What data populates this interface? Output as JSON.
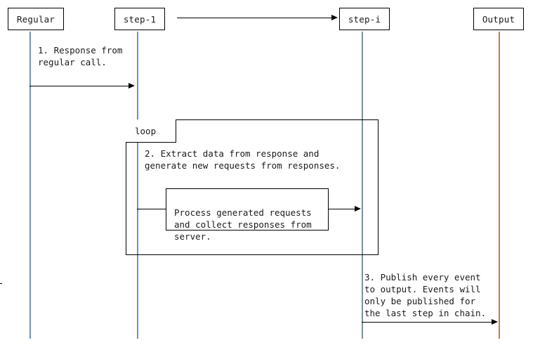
{
  "diagram": {
    "type": "sequence-diagram",
    "title": "",
    "participants": [
      {
        "id": "regular",
        "label": "Regular"
      },
      {
        "id": "step-1",
        "label": "step-1"
      },
      {
        "id": "step-i",
        "label": "step-i"
      },
      {
        "id": "output",
        "label": "Output"
      }
    ],
    "fragments": [
      {
        "id": "loop-fragment",
        "label": "loop"
      }
    ],
    "messages": [
      {
        "id": "msg-chain",
        "from": "step-1",
        "to": "step-i",
        "label": ""
      },
      {
        "id": "msg-1",
        "from": "regular",
        "to": "step-1",
        "label": "1. Response from\nregular call."
      },
      {
        "id": "msg-2",
        "from": "step-1",
        "to": "step-1",
        "label": "2. Extract data from response and\ngenerate new requests from responses."
      },
      {
        "id": "msg-process",
        "from": "step-1",
        "to": "step-i",
        "label": "Process generated requests\nand collect responses from\nserver."
      },
      {
        "id": "msg-3",
        "from": "step-i",
        "to": "output",
        "label": "3. Publish every event\nto output. Events will\nonly be published for\nthe last step in chain."
      }
    ],
    "colors": {
      "lifeline": "#b5823c",
      "lifeline_highlight": "#5b9bd5",
      "stroke": "#000000",
      "background": "#ffffff",
      "text": "#1a1a1a"
    }
  }
}
